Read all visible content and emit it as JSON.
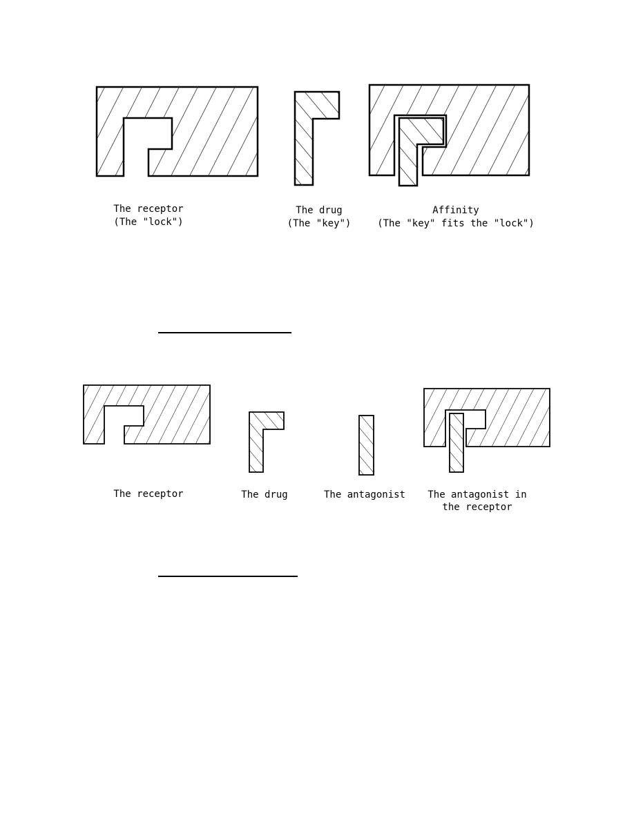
{
  "figure1": {
    "receptor_label": "The receptor",
    "receptor_sublabel": "(The \"lock\")",
    "drug_label": "The drug",
    "drug_sublabel": "(The \"key\")",
    "affinity_label": "Affinity",
    "affinity_sublabel": "(The \"key\" fits the \"lock\")"
  },
  "figure2": {
    "receptor_label": "The receptor",
    "drug_label": "The drug",
    "antagonist_label": "The antagonist",
    "antagonist_in_receptor_line1": "The antagonist in",
    "antagonist_in_receptor_line2": "the receptor"
  },
  "colors": {
    "ink": "#000000",
    "paper": "#ffffff"
  }
}
